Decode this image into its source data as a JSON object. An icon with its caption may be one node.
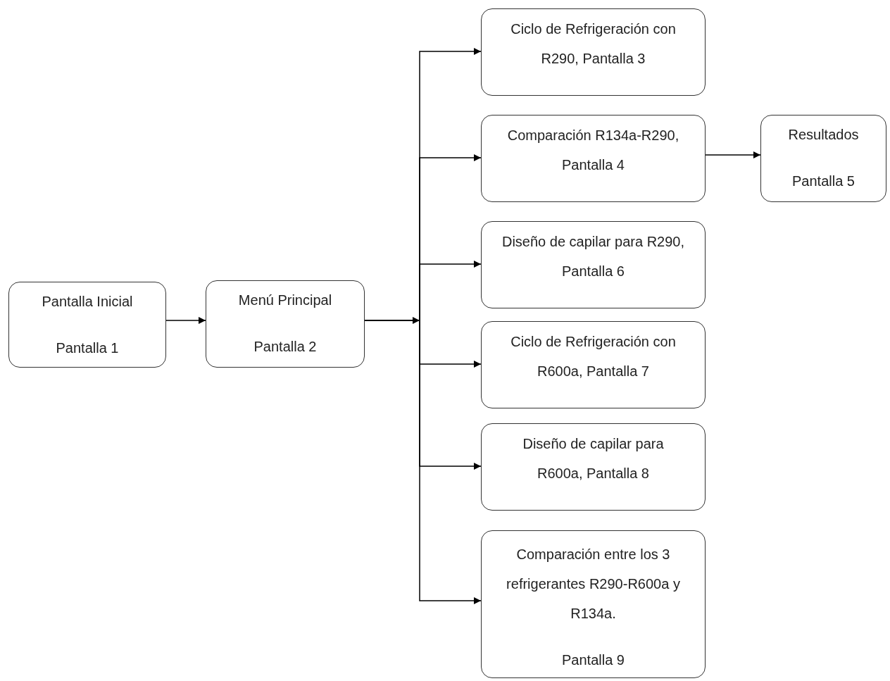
{
  "diagram": {
    "nodes": [
      {
        "text": [
          "Pantalla Inicial",
          "Pantalla 1"
        ]
      },
      {
        "text": [
          "Menú Principal",
          "Pantalla 2"
        ]
      },
      {
        "text": [
          "Ciclo de Refrigeración con R290, Pantalla 3"
        ]
      },
      {
        "text": [
          "Comparación R134a-R290, Pantalla 4"
        ]
      },
      {
        "text": [
          "Resultados",
          "Pantalla 5"
        ]
      },
      {
        "text": [
          "Diseño de capilar para R290, Pantalla 6"
        ]
      },
      {
        "text": [
          "Ciclo de Refrigeración con R600a, Pantalla 7"
        ]
      },
      {
        "text": [
          "Diseño de capilar para R600a, Pantalla 8"
        ]
      },
      {
        "text": [
          "Comparación entre los 3 refrigerantes R290-R600a y R134a.",
          "Pantalla 9"
        ]
      }
    ],
    "edges": [
      {
        "from": 0,
        "to": 1,
        "arrow": "to"
      },
      {
        "from": 1,
        "to": 2,
        "arrow": "to"
      },
      {
        "from": 1,
        "to": 3,
        "arrow": "to"
      },
      {
        "from": 1,
        "to": 5,
        "arrow": "to"
      },
      {
        "from": 1,
        "to": 6,
        "arrow": "to"
      },
      {
        "from": 1,
        "to": 7,
        "arrow": "to"
      },
      {
        "from": 1,
        "to": 8,
        "arrow": "to"
      },
      {
        "from": 3,
        "to": 4,
        "arrow": "to"
      }
    ]
  }
}
